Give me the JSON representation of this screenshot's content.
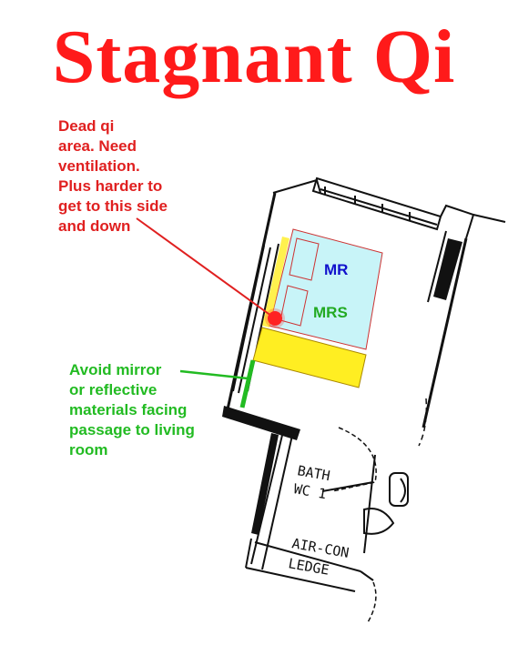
{
  "title": "Stagnant Qi",
  "notes": {
    "dead_qi": [
      "Dead qi",
      "area. Need",
      "ventilation.",
      "Plus harder to",
      "get to this side",
      "and down"
    ],
    "mirror": [
      "Avoid mirror",
      "or reflective",
      "materials facing",
      "passage to living",
      "room"
    ]
  },
  "labels": {
    "mr": "MR",
    "mrs": "MRS",
    "bath_1": "BATH",
    "bath_2": "WC  1",
    "aircon_1": "AIR-CON",
    "aircon_2": "LEDGE"
  },
  "colors": {
    "title": "#ff1a1a",
    "dead_qi_note": "#e02020",
    "mirror_note": "#22bb22",
    "bed": "#c8f4f8",
    "wardrobe": "#ffee22",
    "mr_label": "#1111cc",
    "mrs_label": "#22aa22",
    "dot": "#ff2222"
  }
}
